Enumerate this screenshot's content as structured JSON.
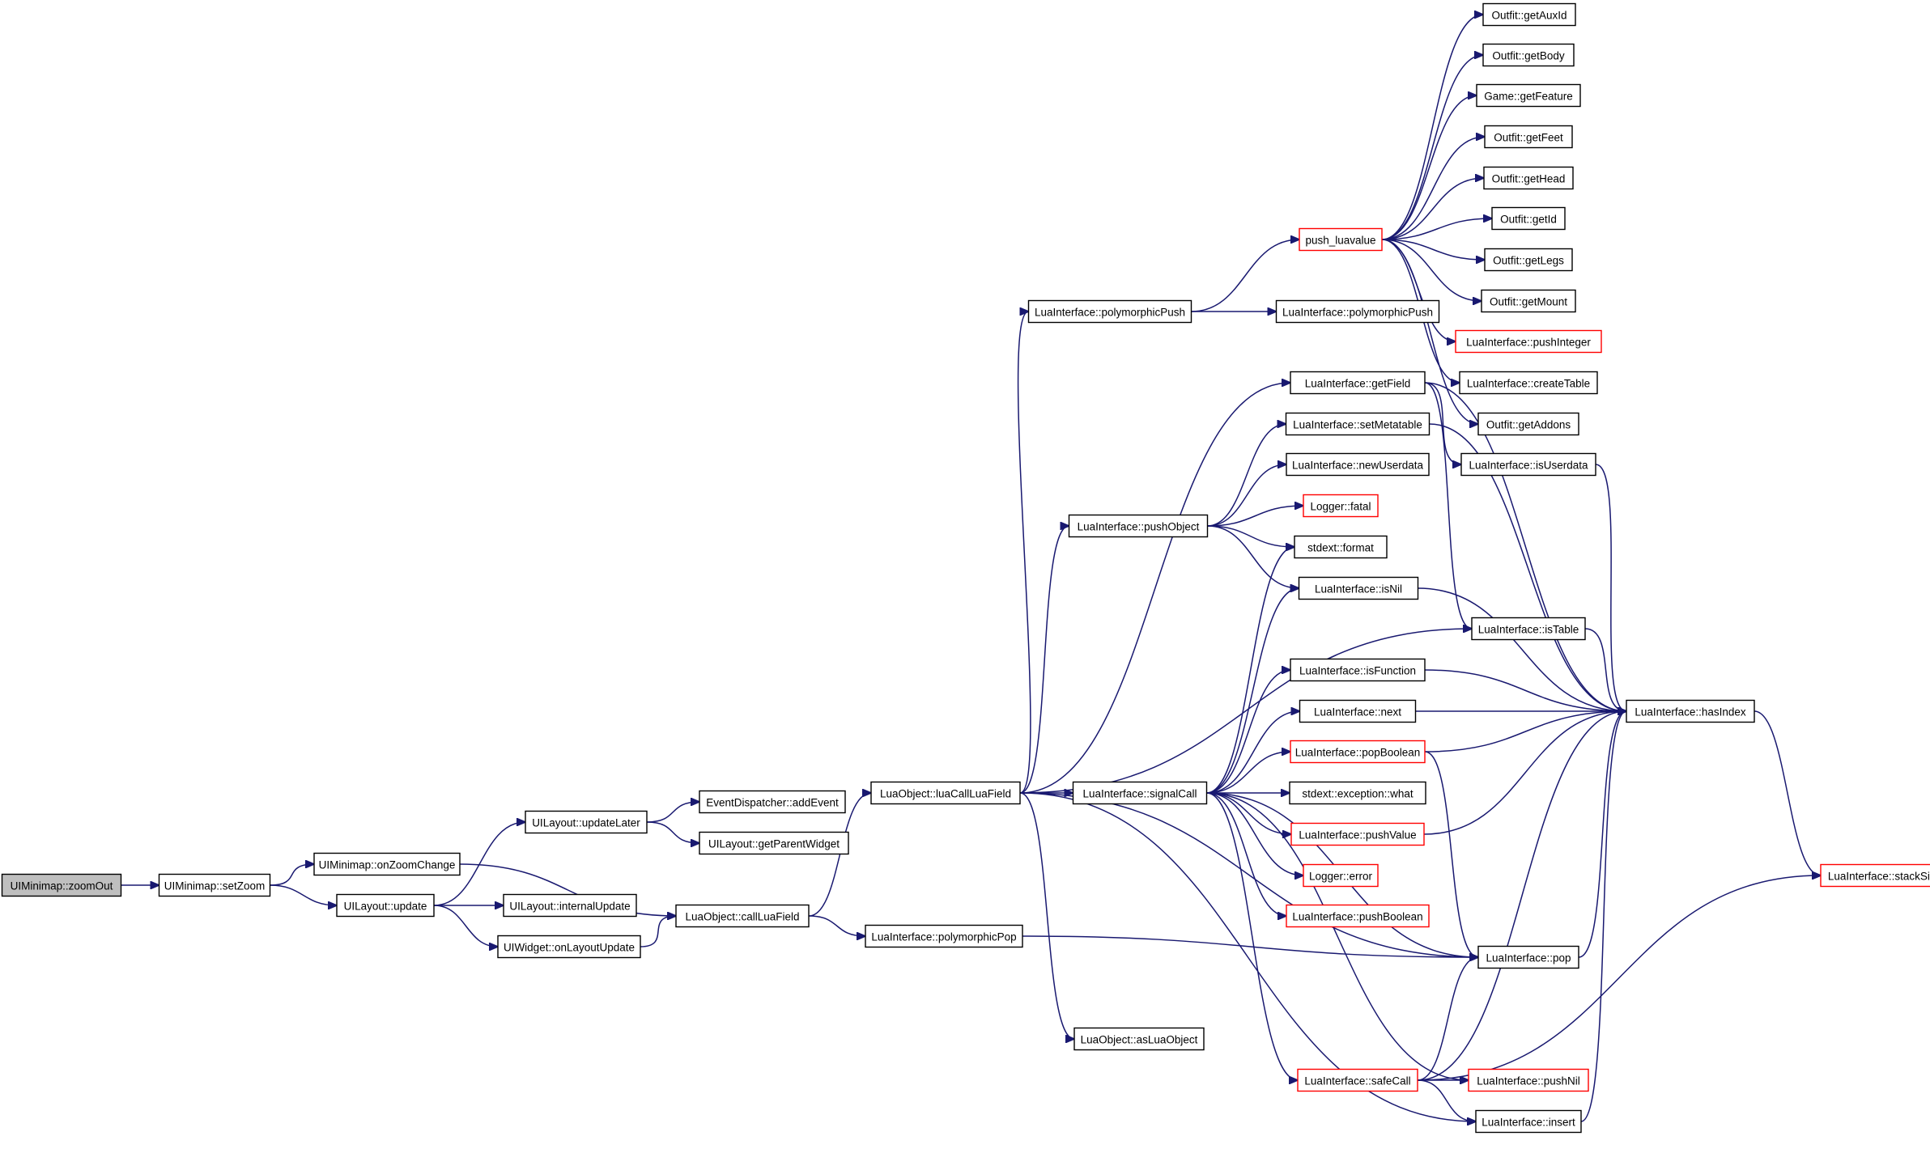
{
  "graph": {
    "colors": {
      "edge": "#191970",
      "node_border": "#000000",
      "truncated_border": "#ff0000",
      "root_fill": "#bfbfbf",
      "node_fill": "#ffffff"
    },
    "nodes": [
      {
        "id": "n_zoomOut",
        "label": "UIMinimap::zoomOut",
        "style": "root"
      },
      {
        "id": "n_setZoom",
        "label": "UIMinimap::setZoom",
        "style": "normal"
      },
      {
        "id": "n_onZoomChange",
        "label": "UIMinimap::onZoomChange",
        "style": "normal"
      },
      {
        "id": "n_update",
        "label": "UILayout::update",
        "style": "normal"
      },
      {
        "id": "n_updateLater",
        "label": "UILayout::updateLater",
        "style": "normal"
      },
      {
        "id": "n_internalUpdate",
        "label": "UILayout::internalUpdate",
        "style": "normal"
      },
      {
        "id": "n_onLayoutUpdate",
        "label": "UIWidget::onLayoutUpdate",
        "style": "normal"
      },
      {
        "id": "n_addEvent",
        "label": "EventDispatcher::addEvent",
        "style": "normal"
      },
      {
        "id": "n_getParentWidget",
        "label": "UILayout::getParentWidget",
        "style": "normal"
      },
      {
        "id": "n_callLuaField",
        "label": "LuaObject::callLuaField",
        "style": "normal"
      },
      {
        "id": "n_luaCallLuaField",
        "label": "LuaObject::luaCallLuaField",
        "style": "normal"
      },
      {
        "id": "n_polymorphicPop",
        "label": "LuaInterface::polymorphicPop",
        "style": "normal"
      },
      {
        "id": "n_polymorphicPush",
        "label": "LuaInterface::polymorphicPush",
        "style": "normal"
      },
      {
        "id": "n_polymorphicPush2",
        "label": "LuaInterface::polymorphicPush",
        "style": "normal"
      },
      {
        "id": "n_pushObject",
        "label": "LuaInterface::pushObject",
        "style": "normal"
      },
      {
        "id": "n_signalCall",
        "label": "LuaInterface::signalCall",
        "style": "normal"
      },
      {
        "id": "n_asLuaObject",
        "label": "LuaObject::asLuaObject",
        "style": "normal"
      },
      {
        "id": "n_push_luavalue",
        "label": "push_luavalue",
        "style": "truncated"
      },
      {
        "id": "n_getField",
        "label": "LuaInterface::getField",
        "style": "normal"
      },
      {
        "id": "n_setMetatable",
        "label": "LuaInterface::setMetatable",
        "style": "normal"
      },
      {
        "id": "n_newUserdata",
        "label": "LuaInterface::newUserdata",
        "style": "normal"
      },
      {
        "id": "n_fatal",
        "label": "Logger::fatal",
        "style": "truncated"
      },
      {
        "id": "n_format",
        "label": "stdext::format",
        "style": "normal"
      },
      {
        "id": "n_isNil",
        "label": "LuaInterface::isNil",
        "style": "normal"
      },
      {
        "id": "n_isFunction",
        "label": "LuaInterface::isFunction",
        "style": "normal"
      },
      {
        "id": "n_next",
        "label": "LuaInterface::next",
        "style": "normal"
      },
      {
        "id": "n_popBoolean",
        "label": "LuaInterface::popBoolean",
        "style": "truncated"
      },
      {
        "id": "n_exceptionWhat",
        "label": "stdext::exception::what",
        "style": "normal"
      },
      {
        "id": "n_pushValue",
        "label": "LuaInterface::pushValue",
        "style": "truncated"
      },
      {
        "id": "n_error",
        "label": "Logger::error",
        "style": "truncated"
      },
      {
        "id": "n_pushBoolean",
        "label": "LuaInterface::pushBoolean",
        "style": "truncated"
      },
      {
        "id": "n_safeCall",
        "label": "LuaInterface::safeCall",
        "style": "truncated"
      },
      {
        "id": "n_getAuxId",
        "label": "Outfit::getAuxId",
        "style": "normal"
      },
      {
        "id": "n_getBody",
        "label": "Outfit::getBody",
        "style": "normal"
      },
      {
        "id": "n_getFeature",
        "label": "Game::getFeature",
        "style": "normal"
      },
      {
        "id": "n_getFeet",
        "label": "Outfit::getFeet",
        "style": "normal"
      },
      {
        "id": "n_getHead",
        "label": "Outfit::getHead",
        "style": "normal"
      },
      {
        "id": "n_getId",
        "label": "Outfit::getId",
        "style": "normal"
      },
      {
        "id": "n_getLegs",
        "label": "Outfit::getLegs",
        "style": "normal"
      },
      {
        "id": "n_getMount",
        "label": "Outfit::getMount",
        "style": "normal"
      },
      {
        "id": "n_pushInteger",
        "label": "LuaInterface::pushInteger",
        "style": "truncated"
      },
      {
        "id": "n_createTable",
        "label": "LuaInterface::createTable",
        "style": "normal"
      },
      {
        "id": "n_getAddons",
        "label": "Outfit::getAddons",
        "style": "normal"
      },
      {
        "id": "n_isUserdata",
        "label": "LuaInterface::isUserdata",
        "style": "normal"
      },
      {
        "id": "n_isTable",
        "label": "LuaInterface::isTable",
        "style": "normal"
      },
      {
        "id": "n_pop",
        "label": "LuaInterface::pop",
        "style": "normal"
      },
      {
        "id": "n_pushNil",
        "label": "LuaInterface::pushNil",
        "style": "truncated"
      },
      {
        "id": "n_insert",
        "label": "LuaInterface::insert",
        "style": "normal"
      },
      {
        "id": "n_hasIndex",
        "label": "LuaInterface::hasIndex",
        "style": "normal"
      },
      {
        "id": "n_stackSize",
        "label": "LuaInterface::stackSize",
        "style": "truncated"
      }
    ],
    "edges": [
      [
        "n_zoomOut",
        "n_setZoom"
      ],
      [
        "n_setZoom",
        "n_onZoomChange"
      ],
      [
        "n_setZoom",
        "n_update"
      ],
      [
        "n_onZoomChange",
        "n_callLuaField"
      ],
      [
        "n_update",
        "n_updateLater"
      ],
      [
        "n_update",
        "n_internalUpdate"
      ],
      [
        "n_update",
        "n_onLayoutUpdate"
      ],
      [
        "n_updateLater",
        "n_addEvent"
      ],
      [
        "n_updateLater",
        "n_getParentWidget"
      ],
      [
        "n_onLayoutUpdate",
        "n_callLuaField"
      ],
      [
        "n_callLuaField",
        "n_luaCallLuaField"
      ],
      [
        "n_callLuaField",
        "n_polymorphicPop"
      ],
      [
        "n_polymorphicPop",
        "n_pop"
      ],
      [
        "n_luaCallLuaField",
        "n_polymorphicPush"
      ],
      [
        "n_luaCallLuaField",
        "n_getField"
      ],
      [
        "n_luaCallLuaField",
        "n_pushObject"
      ],
      [
        "n_luaCallLuaField",
        "n_isTable"
      ],
      [
        "n_luaCallLuaField",
        "n_signalCall"
      ],
      [
        "n_luaCallLuaField",
        "n_asLuaObject"
      ],
      [
        "n_luaCallLuaField",
        "n_pop"
      ],
      [
        "n_luaCallLuaField",
        "n_insert"
      ],
      [
        "n_polymorphicPush",
        "n_push_luavalue"
      ],
      [
        "n_polymorphicPush",
        "n_polymorphicPush2"
      ],
      [
        "n_pushObject",
        "n_setMetatable"
      ],
      [
        "n_pushObject",
        "n_newUserdata"
      ],
      [
        "n_pushObject",
        "n_fatal"
      ],
      [
        "n_pushObject",
        "n_format"
      ],
      [
        "n_pushObject",
        "n_isNil"
      ],
      [
        "n_signalCall",
        "n_format"
      ],
      [
        "n_signalCall",
        "n_isNil"
      ],
      [
        "n_signalCall",
        "n_isFunction"
      ],
      [
        "n_signalCall",
        "n_next"
      ],
      [
        "n_signalCall",
        "n_popBoolean"
      ],
      [
        "n_signalCall",
        "n_exceptionWhat"
      ],
      [
        "n_signalCall",
        "n_pushValue"
      ],
      [
        "n_signalCall",
        "n_error"
      ],
      [
        "n_signalCall",
        "n_pushBoolean"
      ],
      [
        "n_signalCall",
        "n_pop"
      ],
      [
        "n_signalCall",
        "n_safeCall"
      ],
      [
        "n_signalCall",
        "n_pushNil"
      ],
      [
        "n_push_luavalue",
        "n_getAuxId"
      ],
      [
        "n_push_luavalue",
        "n_getBody"
      ],
      [
        "n_push_luavalue",
        "n_getFeature"
      ],
      [
        "n_push_luavalue",
        "n_getFeet"
      ],
      [
        "n_push_luavalue",
        "n_getHead"
      ],
      [
        "n_push_luavalue",
        "n_getId"
      ],
      [
        "n_push_luavalue",
        "n_getLegs"
      ],
      [
        "n_push_luavalue",
        "n_getMount"
      ],
      [
        "n_push_luavalue",
        "n_pushInteger"
      ],
      [
        "n_push_luavalue",
        "n_createTable"
      ],
      [
        "n_push_luavalue",
        "n_getAddons"
      ],
      [
        "n_getField",
        "n_isUserdata"
      ],
      [
        "n_getField",
        "n_isTable"
      ],
      [
        "n_getField",
        "n_hasIndex"
      ],
      [
        "n_setMetatable",
        "n_hasIndex"
      ],
      [
        "n_isUserdata",
        "n_hasIndex"
      ],
      [
        "n_isNil",
        "n_hasIndex"
      ],
      [
        "n_isTable",
        "n_hasIndex"
      ],
      [
        "n_isFunction",
        "n_hasIndex"
      ],
      [
        "n_next",
        "n_hasIndex"
      ],
      [
        "n_popBoolean",
        "n_hasIndex"
      ],
      [
        "n_popBoolean",
        "n_pop"
      ],
      [
        "n_pushValue",
        "n_hasIndex"
      ],
      [
        "n_pop",
        "n_hasIndex"
      ],
      [
        "n_safeCall",
        "n_pop"
      ],
      [
        "n_safeCall",
        "n_hasIndex"
      ],
      [
        "n_safeCall",
        "n_stackSize"
      ],
      [
        "n_safeCall",
        "n_pushNil"
      ],
      [
        "n_safeCall",
        "n_insert"
      ],
      [
        "n_insert",
        "n_hasIndex"
      ],
      [
        "n_hasIndex",
        "n_stackSize"
      ]
    ]
  }
}
